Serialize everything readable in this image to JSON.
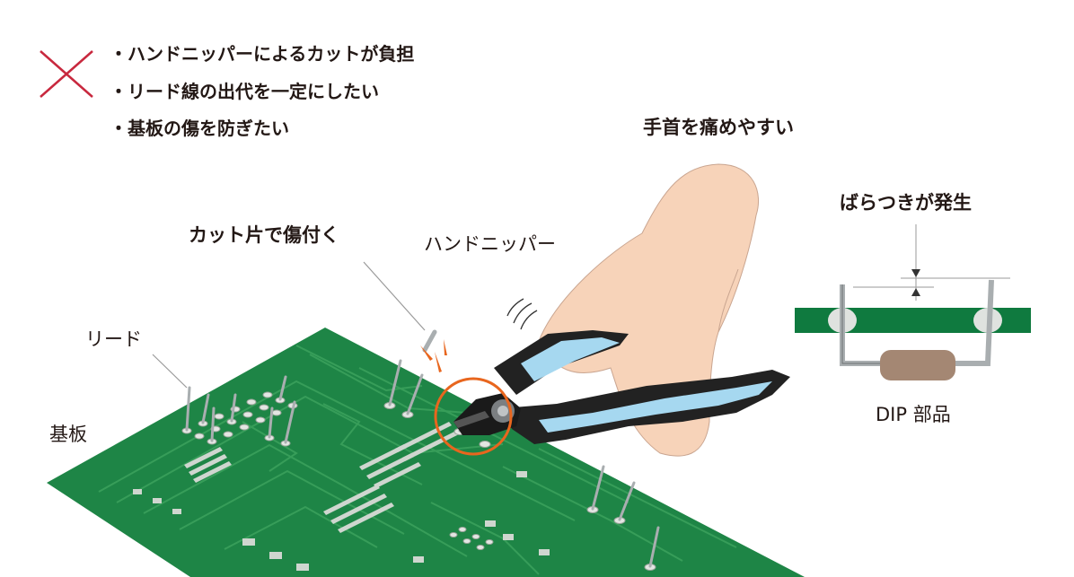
{
  "problems": {
    "items": [
      "・ハンドニッパーによるカットが負担",
      "・リード線の出代を一定にしたい",
      "・基板の傷を防ぎたい"
    ],
    "x_mark_color": "#c8283e"
  },
  "labels": {
    "wrist": "手首を痛めやすい",
    "variation": "ばらつきが発生",
    "cut_piece": "カット片で傷付く",
    "hand_nipper": "ハンドニッパー",
    "lead": "リード",
    "board": "基板",
    "dip": "DIP 部品"
  },
  "colors": {
    "pcb": "#1e8546",
    "pcb_trace": "#3aa05c",
    "pad": "#d9dcd9",
    "skin": "#f7d3b9",
    "nipper_blue": "#a6d8f0",
    "nipper_black": "#222222",
    "highlight_circle": "#e8661e",
    "dip_body": "#a48773",
    "dip_board": "#0f7a3f"
  },
  "icons": [
    "x-mark-icon",
    "motion-lines-icon",
    "spark-icon"
  ]
}
